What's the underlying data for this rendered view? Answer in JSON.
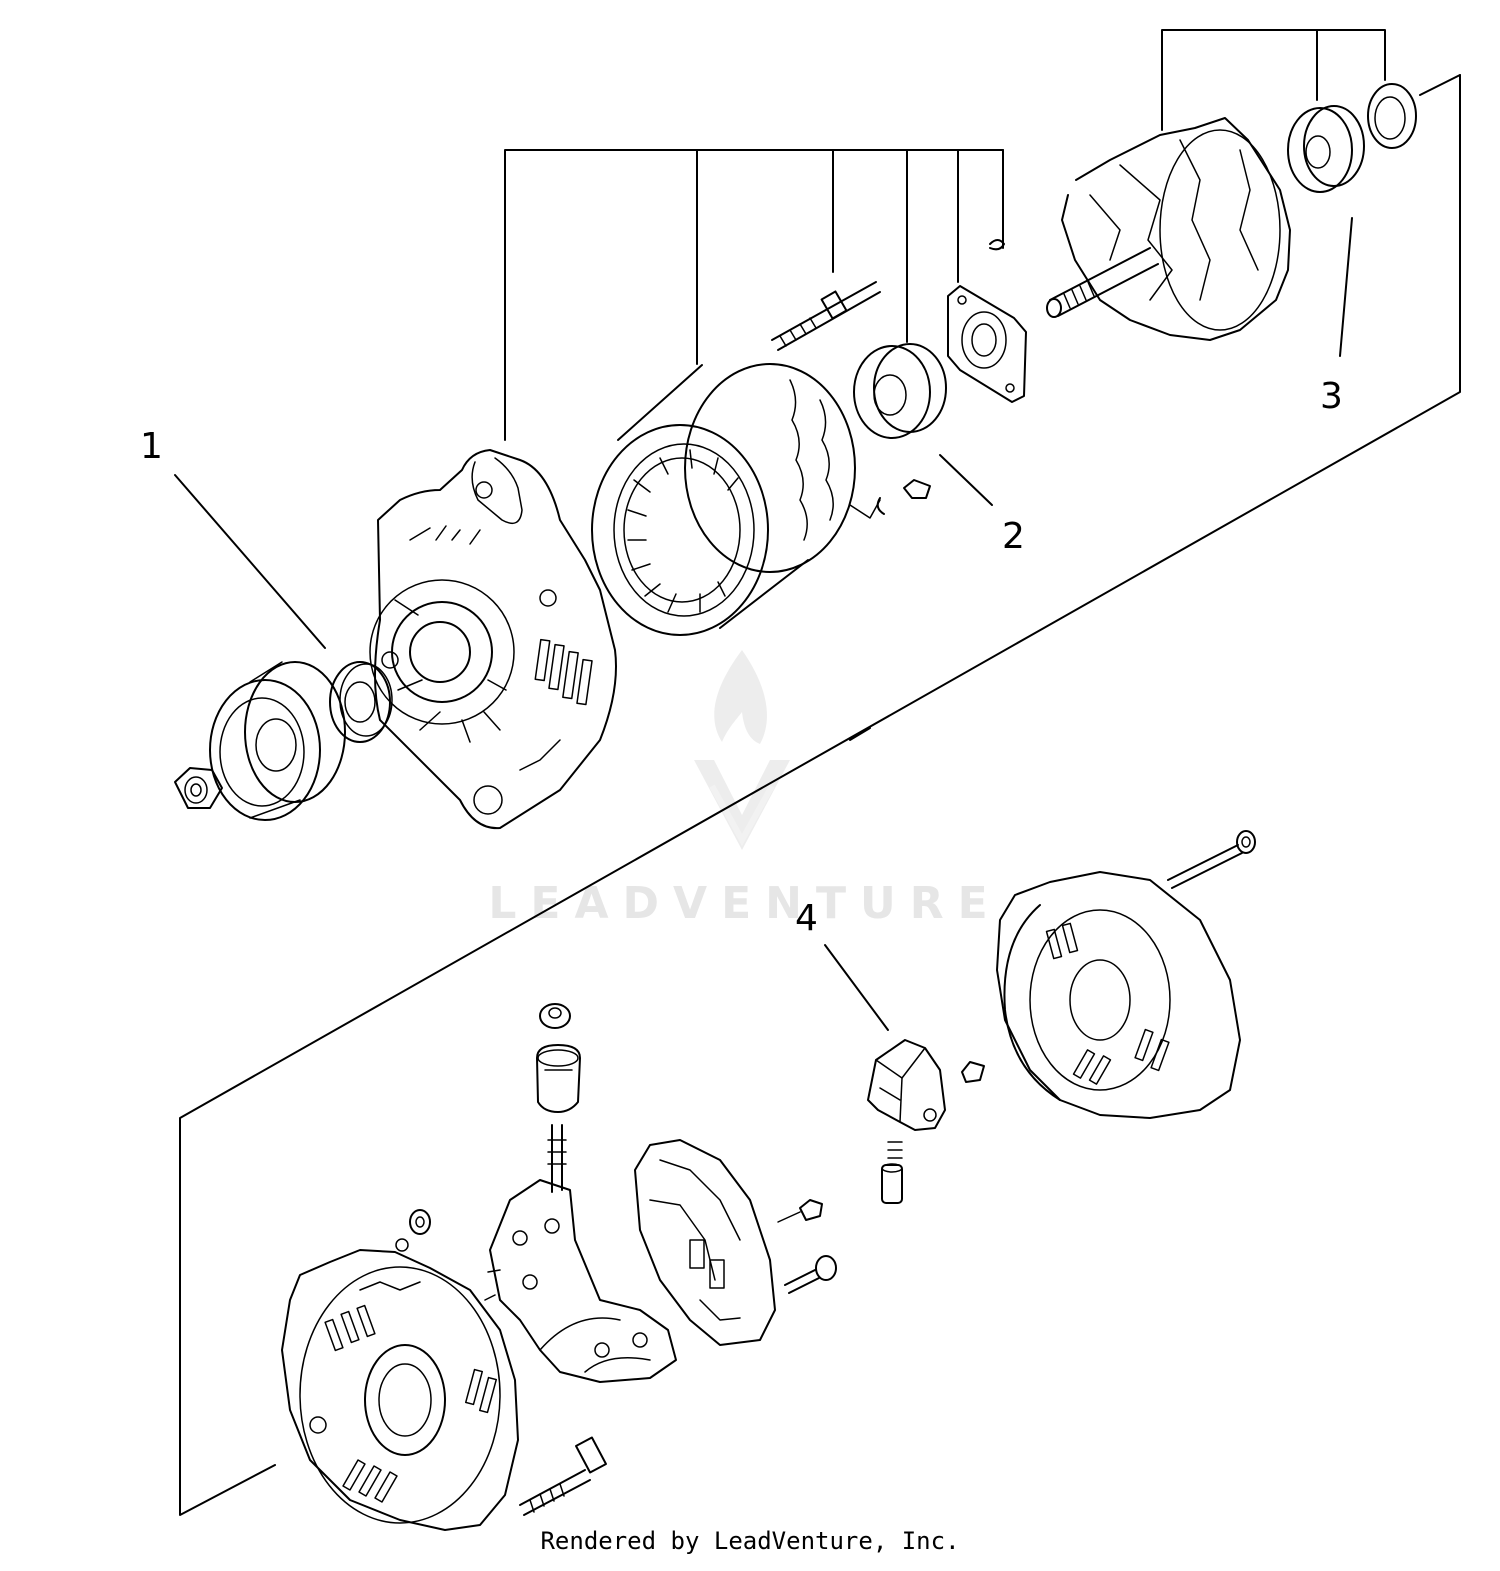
{
  "diagram": {
    "callouts": [
      {
        "id": "1",
        "label": "1"
      },
      {
        "id": "2",
        "label": "2"
      },
      {
        "id": "3",
        "label": "3"
      },
      {
        "id": "4",
        "label": "4"
      }
    ],
    "watermark": {
      "text": "LEADVENTURE",
      "logo": "flame-v-logo",
      "color": "#e6e6e6"
    },
    "footer": "Rendered by LeadVenture, Inc."
  },
  "colors": {
    "line": "#000000",
    "background": "#ffffff"
  }
}
